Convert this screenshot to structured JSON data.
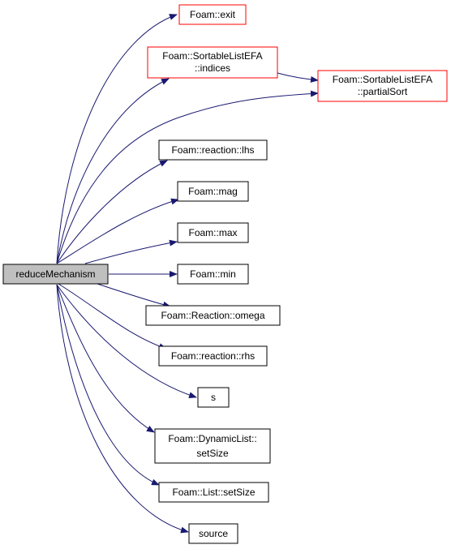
{
  "colors": {
    "edge": "#191970",
    "node_border": "#000000",
    "node_border_highlight": "#ff0000",
    "root_fill": "#bfbfbf",
    "node_fill": "#ffffff"
  },
  "nodes": {
    "root": {
      "lines": [
        "reduceMechanism"
      ]
    },
    "exit": {
      "lines": [
        "Foam::exit"
      ]
    },
    "indices": {
      "lines": [
        "Foam::SortableListEFA",
        "::indices"
      ]
    },
    "partialSort": {
      "lines": [
        "Foam::SortableListEFA",
        "::partialSort"
      ]
    },
    "lhs": {
      "lines": [
        "Foam::reaction::lhs"
      ]
    },
    "mag": {
      "lines": [
        "Foam::mag"
      ]
    },
    "max": {
      "lines": [
        "Foam::max"
      ]
    },
    "min": {
      "lines": [
        "Foam::min"
      ]
    },
    "omega": {
      "lines": [
        "Foam::Reaction::omega"
      ]
    },
    "rhs": {
      "lines": [
        "Foam::reaction::rhs"
      ]
    },
    "s": {
      "lines": [
        "s"
      ]
    },
    "dynSetSize": {
      "lines": [
        "Foam::DynamicList::",
        "setSize"
      ]
    },
    "listSetSize": {
      "lines": [
        "Foam::List::setSize"
      ]
    },
    "source": {
      "lines": [
        "source"
      ]
    }
  }
}
